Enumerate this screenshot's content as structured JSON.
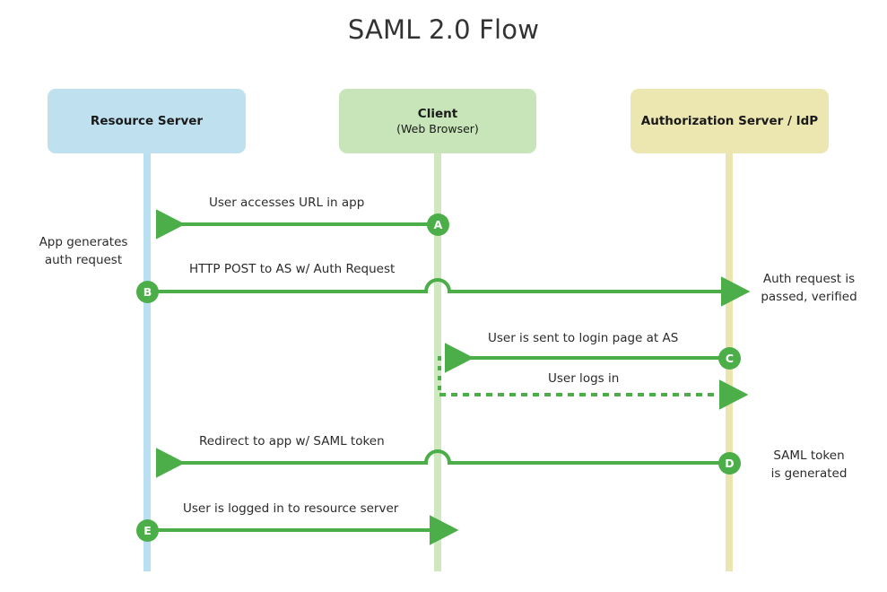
{
  "title": "SAML 2.0 Flow",
  "colors": {
    "accent_green": "#4cae48",
    "resource_server_fill": "#bfe1ef",
    "resource_server_lifeline": "#b9e0f0",
    "client_fill": "#c7e5b9",
    "client_lifeline": "#cfe8c0",
    "idp_fill": "#ece6b0",
    "idp_lifeline": "#ebe5b2",
    "text": "#2b2b2b",
    "title_text": "#333333",
    "badge_text": "#ffffff"
  },
  "actors": [
    {
      "id": "resource-server",
      "title": "Resource Server",
      "subtitle": ""
    },
    {
      "id": "client",
      "title": "Client",
      "subtitle": "(Web Browser)"
    },
    {
      "id": "idp",
      "title": "Authorization Server / IdP",
      "subtitle": ""
    }
  ],
  "messages": [
    {
      "id": "a",
      "badge": "A",
      "label": "User accesses URL in app",
      "from": "client",
      "to": "resource-server",
      "style": "solid",
      "direction": "left"
    },
    {
      "id": "b",
      "badge": "B",
      "label": "HTTP POST to AS w/ Auth Request",
      "from": "resource-server",
      "to": "idp",
      "style": "solid",
      "direction": "right"
    },
    {
      "id": "c",
      "badge": "C",
      "label": "User is sent to login page at AS",
      "from": "idp",
      "to": "client",
      "style": "solid",
      "direction": "left"
    },
    {
      "id": "d",
      "badge": "",
      "label": "User logs in",
      "from": "client",
      "to": "idp",
      "style": "dashed",
      "direction": "right"
    },
    {
      "id": "e",
      "badge": "D",
      "label": "Redirect to app w/ SAML token",
      "from": "idp",
      "to": "resource-server",
      "style": "solid",
      "direction": "left"
    },
    {
      "id": "f",
      "badge": "E",
      "label": "User is logged in to resource server",
      "from": "resource-server",
      "to": "client",
      "style": "solid",
      "direction": "right"
    }
  ],
  "notes": [
    {
      "id": "note-app-generates",
      "side": "left",
      "lines": [
        "App generates",
        "auth request"
      ]
    },
    {
      "id": "note-auth-verified",
      "side": "right",
      "lines": [
        "Auth request is",
        "passed, verified"
      ]
    },
    {
      "id": "note-saml-token",
      "side": "right",
      "lines": [
        "SAML token",
        "is generated"
      ]
    }
  ]
}
